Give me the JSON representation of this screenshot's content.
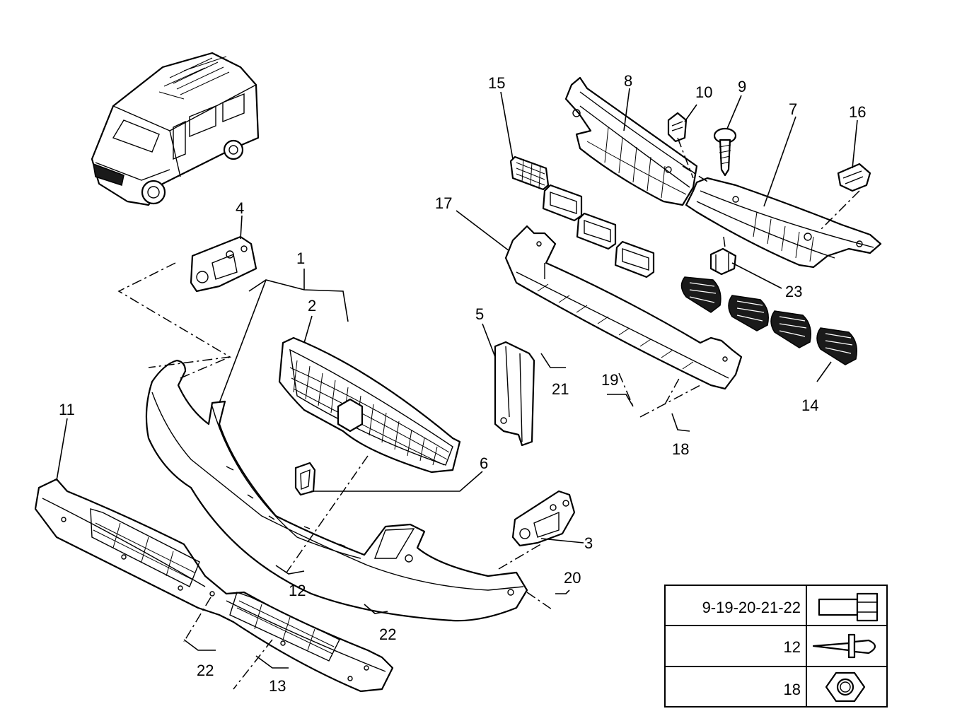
{
  "callouts": {
    "c1": "1",
    "c2": "2",
    "c3": "3",
    "c4": "4",
    "c5": "5",
    "c6": "6",
    "c7": "7",
    "c8": "8",
    "c9": "9",
    "c10": "10",
    "c11": "11",
    "c12a": "12",
    "c13": "13",
    "c14": "14",
    "c15": "15",
    "c16": "16",
    "c17": "17",
    "c18": "18",
    "c19": "19",
    "c20": "20",
    "c21": "21",
    "c22a": "22",
    "c22b": "22",
    "c23": "23"
  },
  "fastener_table": {
    "rows": [
      {
        "label": "9-19-20-21-22",
        "icon": "bolt-icon"
      },
      {
        "label": "12",
        "icon": "rivet-icon"
      },
      {
        "label": "18",
        "icon": "hex-nut-icon"
      }
    ]
  }
}
